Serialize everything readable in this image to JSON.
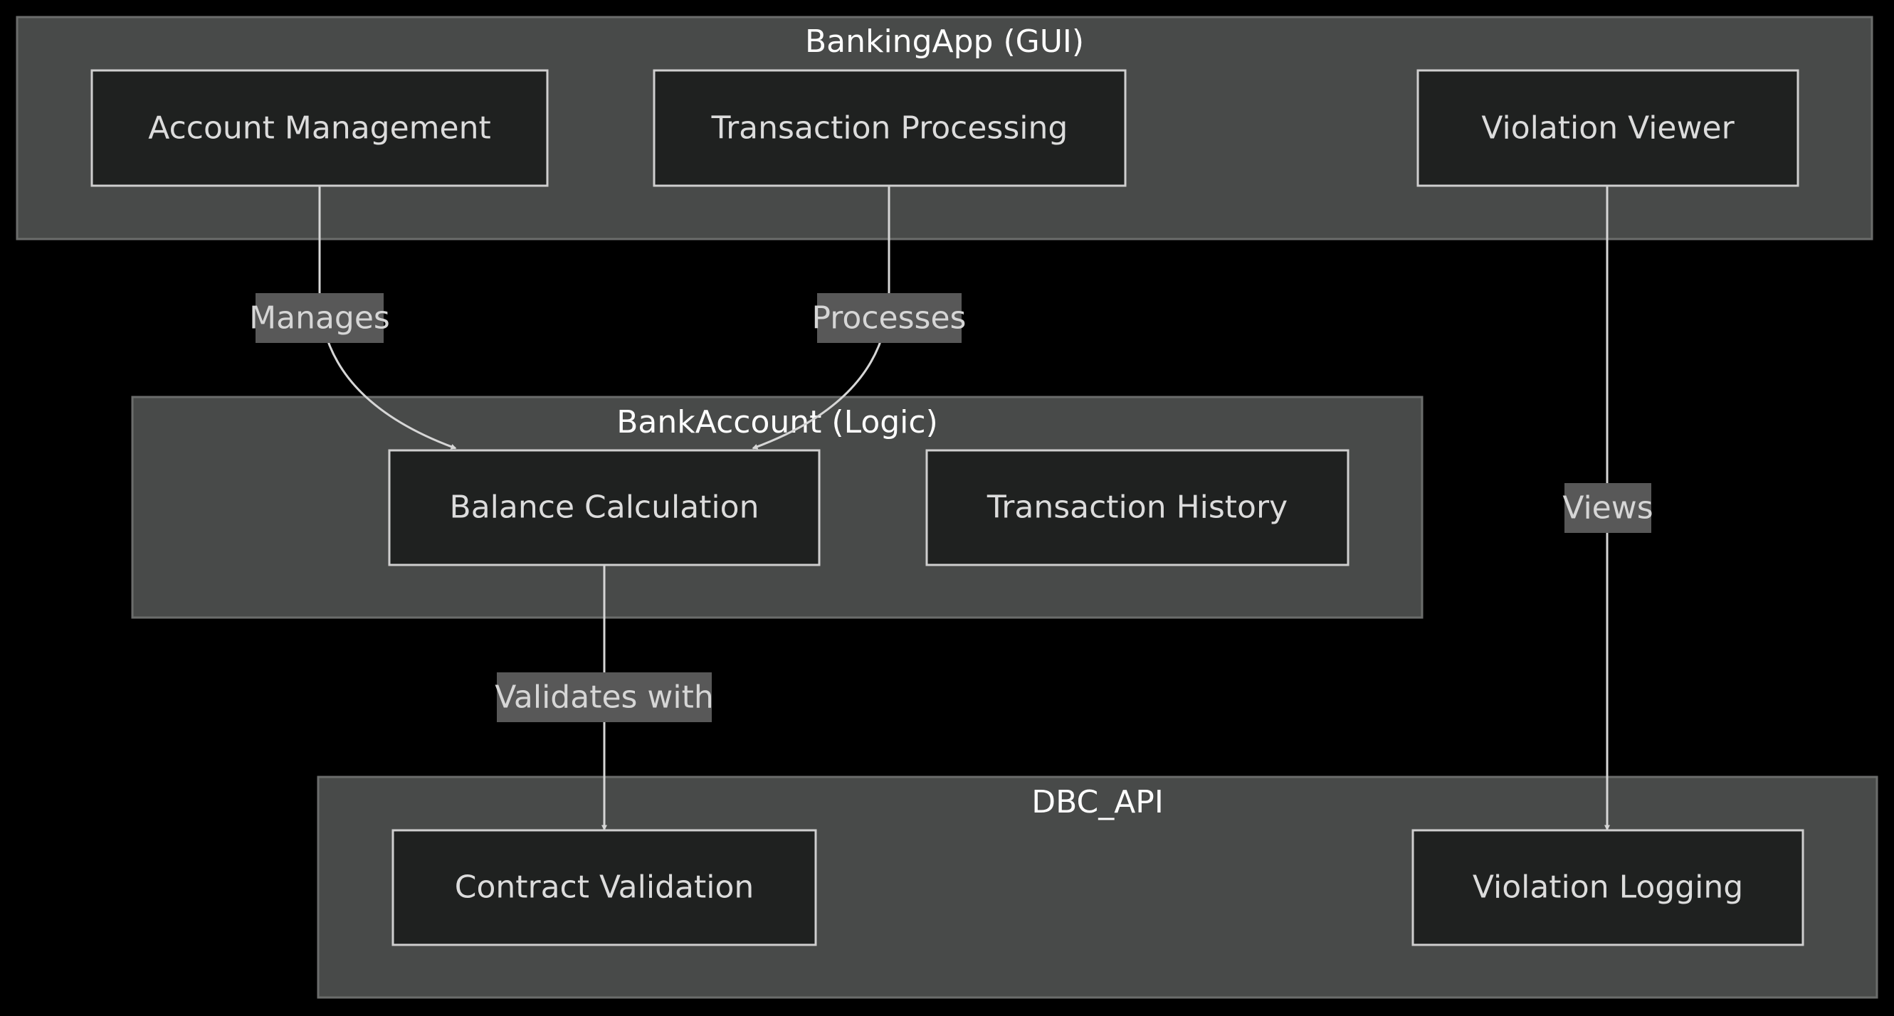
{
  "clusters": [
    {
      "id": "gui",
      "title": "BankingApp (GUI)"
    },
    {
      "id": "logic",
      "title": "BankAccount (Logic)"
    },
    {
      "id": "api",
      "title": "DBC_API"
    }
  ],
  "nodes": [
    {
      "id": "account_management",
      "cluster": "gui",
      "label": "Account Management"
    },
    {
      "id": "transaction_processing",
      "cluster": "gui",
      "label": "Transaction Processing"
    },
    {
      "id": "violation_viewer",
      "cluster": "gui",
      "label": "Violation Viewer"
    },
    {
      "id": "balance_calculation",
      "cluster": "logic",
      "label": "Balance Calculation"
    },
    {
      "id": "transaction_history",
      "cluster": "logic",
      "label": "Transaction History"
    },
    {
      "id": "contract_validation",
      "cluster": "api",
      "label": "Contract Validation"
    },
    {
      "id": "violation_logging",
      "cluster": "api",
      "label": "Violation Logging"
    }
  ],
  "edges": [
    {
      "from": "account_management",
      "to": "balance_calculation",
      "label": "Manages"
    },
    {
      "from": "transaction_processing",
      "to": "balance_calculation",
      "label": "Processes"
    },
    {
      "from": "violation_viewer",
      "to": "violation_logging",
      "label": "Views"
    },
    {
      "from": "balance_calculation",
      "to": "contract_validation",
      "label": "Validates with"
    }
  ]
}
